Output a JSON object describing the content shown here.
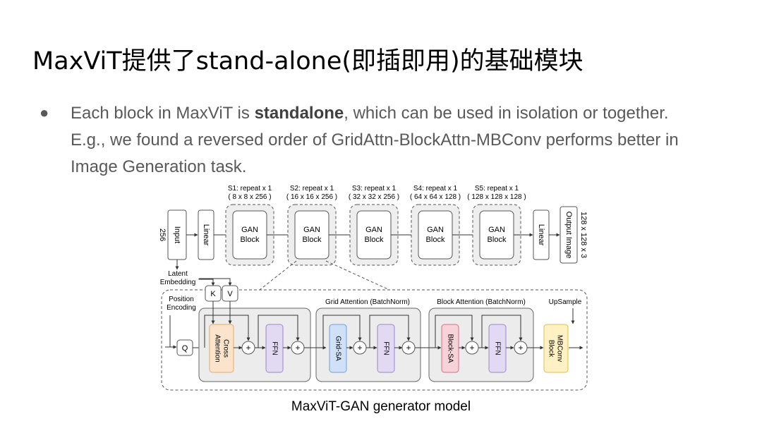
{
  "slide": {
    "title": "MaxViT提供了stand-alone(即插即用)的基础模块",
    "bullet": {
      "pre": "Each block in MaxViT is ",
      "bold": "standalone",
      "post": ", which can be used in isolation or together. E.g., we found a reversed order of GridAttn-BlockAttn-MBConv performs better in Image Generation task."
    }
  },
  "diagram": {
    "stages": [
      {
        "title": "S1: repeat x 1",
        "shape": "( 8 x 8 x 256 )",
        "block_line1": "GAN",
        "block_line2": "Block"
      },
      {
        "title": "S2: repeat x 1",
        "shape": "( 16 x 16 x 256 )",
        "block_line1": "GAN",
        "block_line2": "Block"
      },
      {
        "title": "S3: repeat x 1",
        "shape": "( 32 x 32 x 256 )",
        "block_line1": "GAN",
        "block_line2": "Block"
      },
      {
        "title": "S4: repeat x 1",
        "shape": "( 64 x 64 x 128 )",
        "block_line1": "GAN",
        "block_line2": "Block"
      },
      {
        "title": "S5: repeat x 1",
        "shape": "( 128 x 128 x 128 )",
        "block_line1": "GAN",
        "block_line2": "Block"
      }
    ],
    "input_label": "Input",
    "input_dim": "256",
    "linear_label": "Linear",
    "output_label": "Output Image",
    "output_dim": "128 x 128 x 3",
    "latent_line1": "Latent",
    "latent_line2": "Embedding",
    "position_line1": "Position",
    "position_line2": "Encoding",
    "k_label": "K",
    "v_label": "V",
    "q_label": "Q",
    "cross_line1": "Cross",
    "cross_line2": "Attention",
    "ffn_label": "FFN",
    "grid_title": "Grid Attention (BatchNorm)",
    "grid_sa": "Grid-SA",
    "block_title": "Block Attention (BatchNorm)",
    "block_sa": "Block-SA",
    "upsample_label": "UpSample",
    "mbconv_line1": "MBConv",
    "mbconv_line2": "Block",
    "plus": "+"
  },
  "caption": "MaxViT-GAN generator model",
  "colors": {
    "cross_fill": "#fbe3cc",
    "cross_stroke": "#e8a86a",
    "ffn_fill": "#e2d9f3",
    "ffn_stroke": "#9b86c9",
    "grid_fill": "#cfe0f8",
    "grid_stroke": "#6f9fe0",
    "block_fill": "#f7d2d8",
    "block_stroke": "#d9707f",
    "mbconv_fill": "#fff1c4",
    "mbconv_stroke": "#e1bd4e"
  }
}
